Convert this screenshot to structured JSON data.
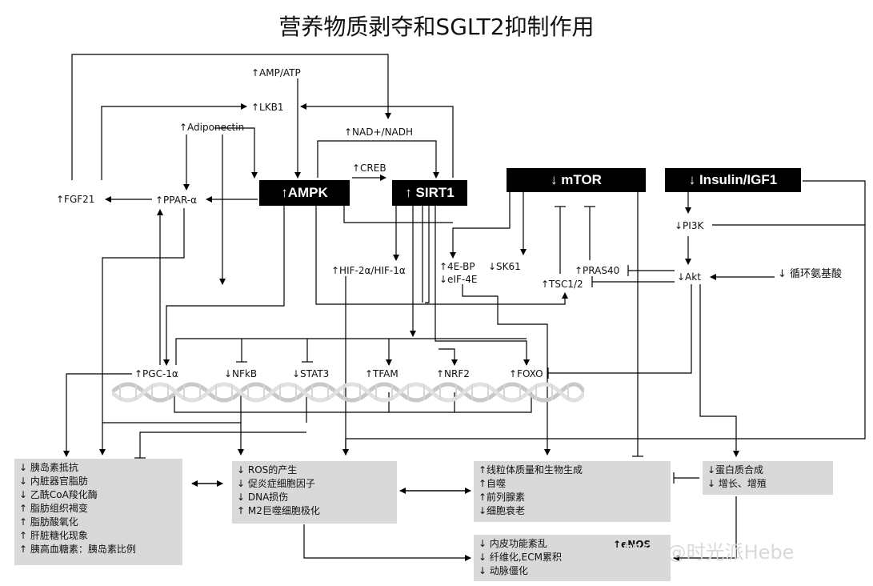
{
  "title": "营养物质剥夺和SGLT2抑制作用",
  "blocks": {
    "ampk": "↑AMPK",
    "sirt1": "↑ SIRT1",
    "mtor": "↓ mTOR",
    "insulin": "↓ Insulin/IGF1"
  },
  "labels": {
    "amp_atp": "↑AMP/ATP",
    "lkb1": "↑LKB1",
    "adiponectin": "↑Adiponectin",
    "nad": "↑NAD+/NADH",
    "creb": "↑CREB",
    "fgf21": "↑FGF21",
    "ppar": "↑PPAR-α",
    "pi3k": "↓PI3K",
    "akt": "↓Akt",
    "amino": "↓ 循环氨基酸",
    "ebp": "↑4E-BP",
    "eif": "↓eIF-4E",
    "sk61": "↓SK61",
    "pras40": "↑PRAS40",
    "tsc": "↑TSC1/2",
    "hif": "↑HIF-2α/HIF-1α",
    "pgc": "↑PGC-1α",
    "nfkb": "↓NFkB",
    "stat3": "↓STAT3",
    "tfam": "↑TFAM",
    "nrf2": "↑NRF2",
    "foxo": "↑FOXO"
  },
  "boxes": {
    "metabolic": [
      "↓ 胰岛素抵抗",
      "↓ 内脏器官脂肪",
      "↓ 乙酰CoA羧化酶",
      "↑ 脂肪组织褐变",
      "↑ 脂肪酸氧化",
      "↑ 肝脏糖化现象",
      "↑ 胰高血糖素：胰岛素比例"
    ],
    "inflammation": [
      "↓ ROS的产生",
      "↓ 促炎症细胞因子",
      "↓ DNA损伤",
      "↑ M2巨噬细胞极化"
    ],
    "mitochondria": [
      "↑线粒体质量和生物生成",
      "↑自噬",
      "↑前列腺素",
      "↓细胞衰老"
    ],
    "protein": [
      "↓蛋白质合成",
      "↓ 增长、增殖"
    ],
    "endothelial": [
      "↓          内皮功能紊乱",
      "↓ 纤维化,ECM累积",
      "↓ 动脉僵化"
    ]
  },
  "enos": "↑eNOS",
  "watermark": "知乎 @时光派Hebe"
}
